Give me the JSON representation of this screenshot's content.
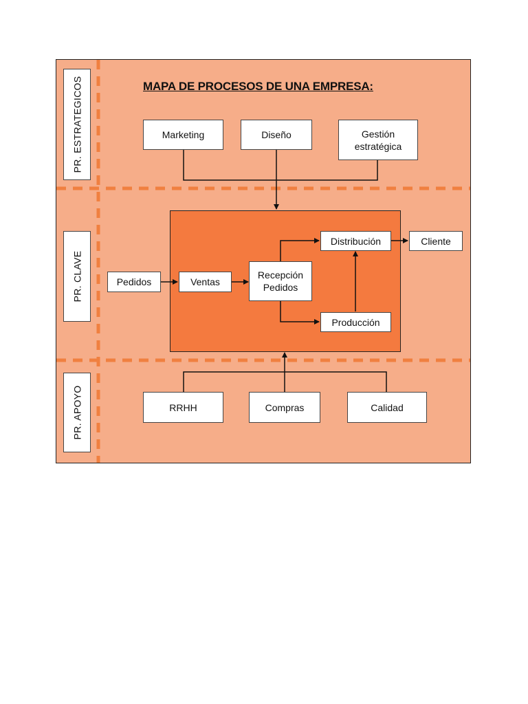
{
  "diagram": {
    "title": "MAPA DE PROCESOS DE UNA EMPRESA:",
    "lanes": [
      {
        "id": "estrategicos",
        "label": "PR. ESTRATEGICOS"
      },
      {
        "id": "clave",
        "label": "PR. CLAVE"
      },
      {
        "id": "apoyo",
        "label": "PR. APOYO"
      }
    ],
    "nodes": {
      "marketing": "Marketing",
      "diseno": "Diseño",
      "gestion": "Gestión estratégica",
      "pedidos": "Pedidos",
      "ventas": "Ventas",
      "recepcion": "Recepción Pedidos",
      "distribucion": "Distribución",
      "produccion": "Producción",
      "cliente": "Cliente",
      "rrhh": "RRHH",
      "compras": "Compras",
      "calidad": "Calidad"
    },
    "edges": [
      {
        "from": "marketing",
        "to": "core"
      },
      {
        "from": "diseno",
        "to": "core"
      },
      {
        "from": "gestion",
        "to": "core"
      },
      {
        "from": "pedidos",
        "to": "ventas"
      },
      {
        "from": "ventas",
        "to": "recepcion"
      },
      {
        "from": "recepcion",
        "to": "distribucion"
      },
      {
        "from": "recepcion",
        "to": "produccion"
      },
      {
        "from": "produccion",
        "to": "distribucion"
      },
      {
        "from": "distribucion",
        "to": "cliente"
      },
      {
        "from": "rrhh",
        "to": "core"
      },
      {
        "from": "compras",
        "to": "core"
      },
      {
        "from": "calidad",
        "to": "core"
      }
    ],
    "colors": {
      "panel": "#f6ad89",
      "core": "#f47a3f",
      "dashed_divider": "#f08040",
      "box_fill": "#ffffff",
      "line": "#111111"
    }
  }
}
